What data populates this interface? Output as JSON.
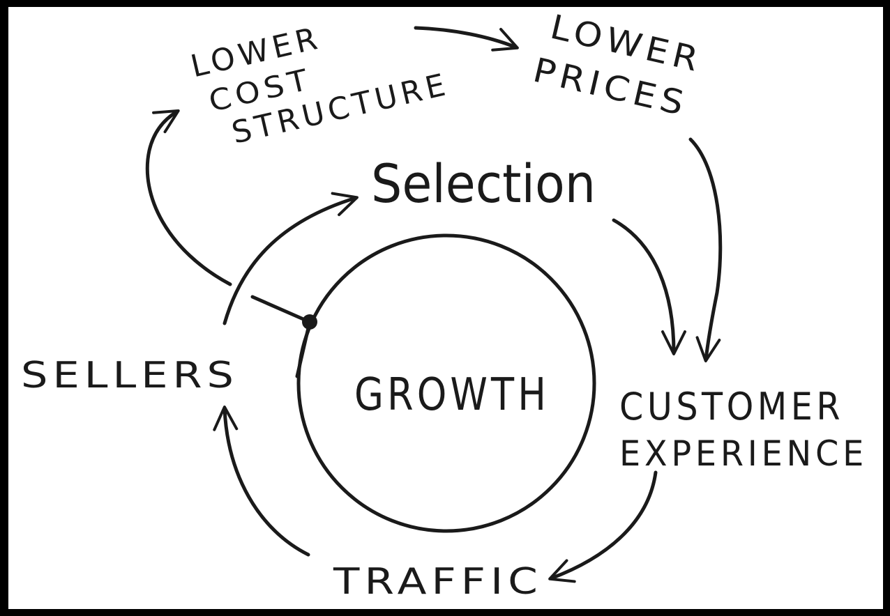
{
  "labels": {
    "lower_cost_structure": [
      "LOWER",
      "COST",
      "STRUCTURE"
    ],
    "lower_prices": [
      "LOWER",
      "PRICES"
    ],
    "selection": "Selection",
    "sellers": "SELLERS",
    "growth": "GROWTH",
    "customer_experience": [
      "CUSTOMER",
      "EXPERIENCE"
    ],
    "traffic": "TRAFFIC"
  },
  "colors": {
    "frame": "#000000",
    "paper": "#ffffff",
    "ink": "#1a1a1a"
  }
}
